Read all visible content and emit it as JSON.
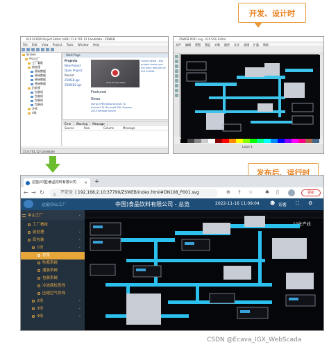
{
  "callouts": {
    "design": "开发、设计时",
    "runtime": "发布后、运行时"
  },
  "editor": {
    "title": "IGX SCADA Project Editor (x64) 11.6.701.12 Candidate · ZSWEB",
    "menu": [
      "File",
      "Edit",
      "View",
      "Project",
      "Tools",
      "Window",
      "Help"
    ],
    "tree": [
      "Screen",
      "中山工厂",
      "工厂看板",
      "前处理",
      "原始数据",
      "原始数据",
      "原始数据",
      "原始数据",
      "后处理",
      "包装线",
      "包装线",
      "包装线",
      "包装线",
      "冷库",
      "4线"
    ],
    "start_tab": "Start Page",
    "projects_heading": "Projects",
    "project_links": [
      "New Project",
      "Open Project",
      "Recent"
    ],
    "project_list": [
      "ZSWEB.igx",
      "ZSWEB2.igx"
    ],
    "video_text": "Click to Play Video",
    "right_text": "Online demo - this project shows you the main features of IGX SCADA.",
    "featured": "Featured",
    "news": "News",
    "news_text": "Using OPEN Data Sources To Connect To Microsoft SQL Express 2019 Remote Server",
    "err_tabs": [
      "Error",
      "Warning",
      "Message"
    ],
    "err_cols": [
      "Source",
      "Row",
      "Column",
      "Message"
    ],
    "status": "11.6.701.12 Candidate"
  },
  "svgeditor": {
    "title": "ZSWEB P001.svg - IGX SVG Editor",
    "menu": [
      "文件",
      "编辑",
      "视图",
      "图层",
      "对象",
      "路径",
      "文字",
      "滤镜",
      "扩展",
      "帮助"
    ],
    "layer": "Layer 1"
  },
  "browser": {
    "tab_title": "达能(中国)食品饮料有限公司",
    "security": "不安全",
    "url": "192.168.2.10:37799/ZSWEB/index.html#DN108_P001.svg",
    "update": "更新"
  },
  "app": {
    "title": "中国)食品饮料有限公司 - 总览",
    "brand": "达能中山工厂",
    "datetime": "2022-11-16 11:09:04",
    "visitor": "访客",
    "sidebar": [
      {
        "label": "中山工厂",
        "level": 0,
        "chev": "‹"
      },
      {
        "label": "工厂看板",
        "level": 1,
        "chev": ""
      },
      {
        "label": "前处理",
        "level": 1,
        "chev": "‹"
      },
      {
        "label": "后包装",
        "level": 1,
        "chev": "‹"
      },
      {
        "label": "1线",
        "level": 2,
        "chev": "‹"
      },
      {
        "label": "总览",
        "level": 3,
        "chev": ""
      },
      {
        "label": "吹瓶系统",
        "level": 3,
        "chev": ""
      },
      {
        "label": "灌装系统",
        "level": 3,
        "chev": ""
      },
      {
        "label": "包装系统",
        "level": 3,
        "chev": ""
      },
      {
        "label": "冷波瓶检查线",
        "level": 3,
        "chev": ""
      },
      {
        "label": "压缩空气供线",
        "level": 3,
        "chev": ""
      },
      {
        "label": "2线",
        "level": 2,
        "chev": "‹"
      },
      {
        "label": "3线",
        "level": 2,
        "chev": "‹"
      },
      {
        "label": "4线",
        "level": 2,
        "chev": "‹"
      }
    ],
    "active_index": 5,
    "scada_header": "10生产线"
  },
  "watermark": "CSDN @Ecava_IGX_WebScada"
}
